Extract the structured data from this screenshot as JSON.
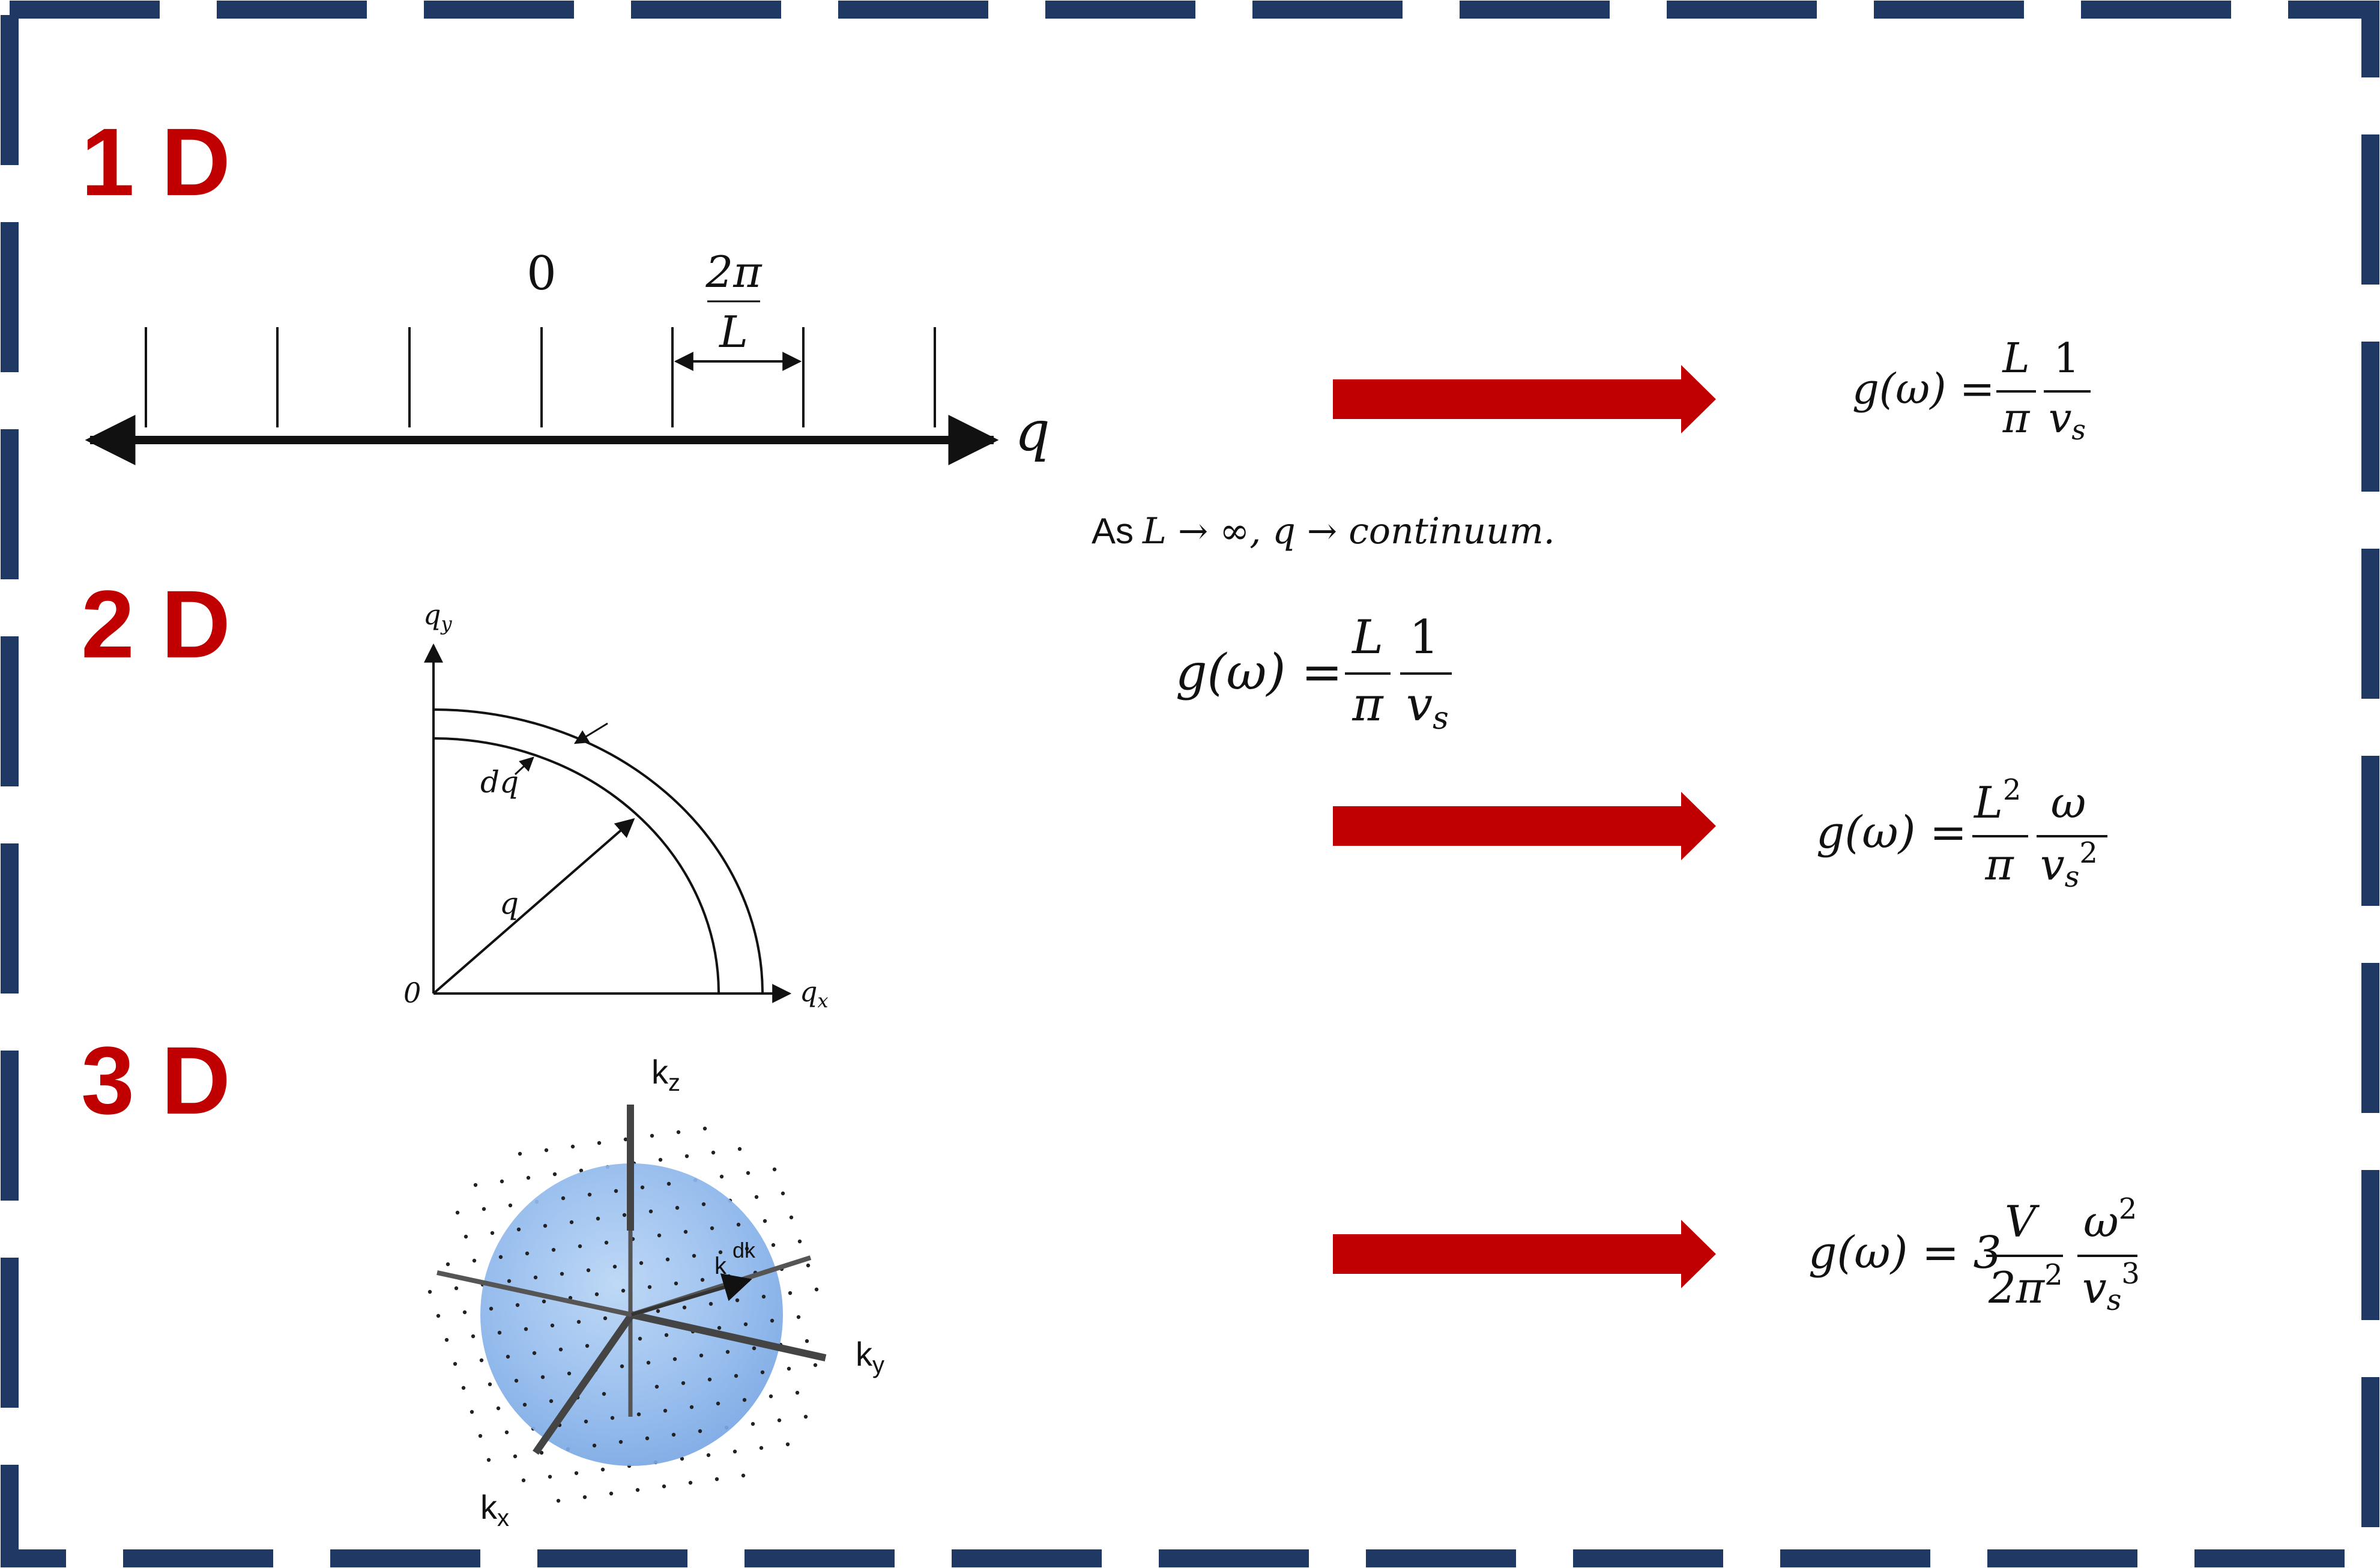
{
  "colors": {
    "frame": "#1f3864",
    "accent": "#c00000",
    "ink": "#111111",
    "sphere": "#8fb8ec"
  },
  "sections": [
    {
      "id": "1d",
      "heading": "1 D"
    },
    {
      "id": "2d",
      "heading": "2 D"
    },
    {
      "id": "3d",
      "heading": "3 D"
    }
  ],
  "diagram_1d": {
    "origin_label": "0",
    "spacing_numerator": "2π",
    "spacing_denominator": "L",
    "axis_label": "q"
  },
  "diagram_2d": {
    "y_axis_label": "q",
    "y_axis_sub": "y",
    "x_axis_label": "q",
    "x_axis_sub": "x",
    "origin_label": "0",
    "radius_label": "q",
    "shell_label": "dq"
  },
  "diagram_3d": {
    "kz": "k",
    "kz_sub": "z",
    "ky": "k",
    "ky_sub": "y",
    "kx": "k",
    "kx_sub": "x",
    "k_label": "k",
    "dk_label": "dk"
  },
  "note": {
    "prefix": "As",
    "text": "L → ∞, q → continuum."
  },
  "formula_mid": {
    "lhs": "g(ω) =",
    "frac1_num": "L",
    "frac1_den": "π",
    "frac2_num": "1",
    "frac2_den": "v",
    "frac2_den_sub": "s"
  },
  "formula_1d": {
    "lhs": "g(ω) =",
    "frac1_num": "L",
    "frac1_den": "π",
    "frac2_num": "1",
    "frac2_den": "v",
    "frac2_den_sub": "s"
  },
  "formula_2d": {
    "lhs": "g(ω) =",
    "frac1_num": "L",
    "frac1_num_sup": "2",
    "frac1_den": "π",
    "frac2_num": "ω",
    "frac2_den": "v",
    "frac2_den_sub": "s",
    "frac2_den_sup": "2"
  },
  "formula_3d": {
    "lhs": "g(ω) = 3",
    "frac1_num": "V",
    "frac1_den": "2π",
    "frac1_den_sup": "2",
    "frac2_num": "ω",
    "frac2_num_sup": "2",
    "frac2_den": "v",
    "frac2_den_sub": "s",
    "frac2_den_sup": "3"
  }
}
